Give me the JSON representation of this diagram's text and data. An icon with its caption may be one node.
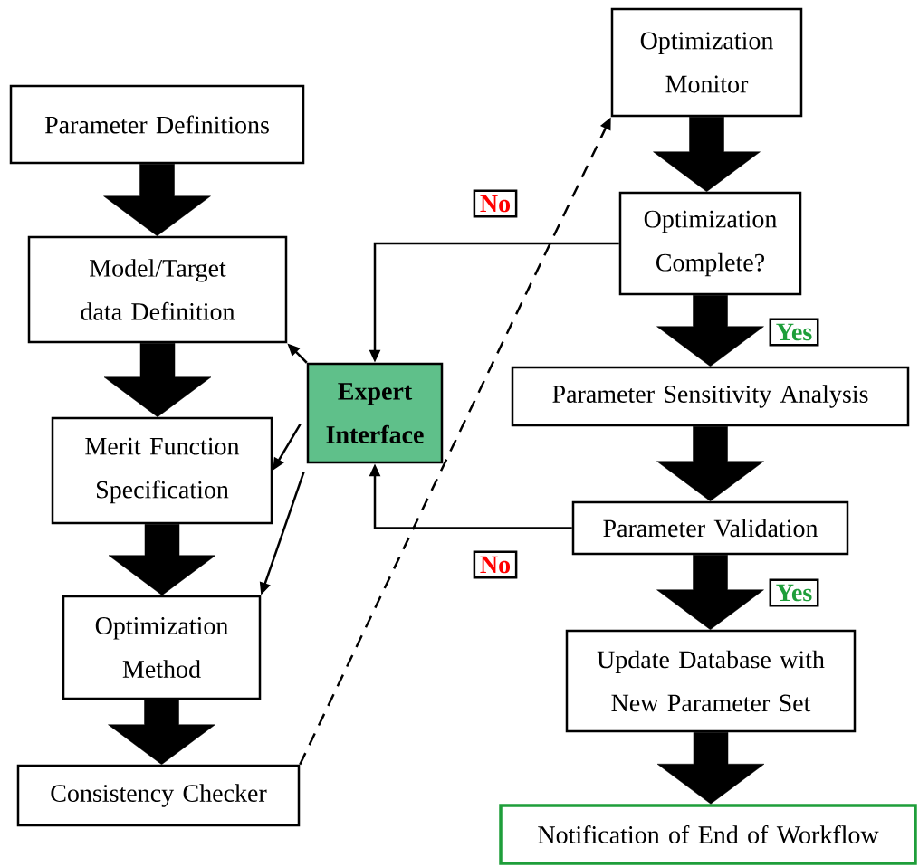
{
  "diagram": {
    "nodes": [
      {
        "text": [
          "Parameter Definitions"
        ]
      },
      {
        "text": [
          "Model/Target data Definition"
        ]
      },
      {
        "text": [
          "Merit Function Specification"
        ]
      },
      {
        "text": [
          "Optimization Method"
        ]
      },
      {
        "text": [
          "Consistency Checker"
        ]
      },
      {
        "text": [
          "Expert Interface"
        ]
      },
      {
        "text": [
          "Optimization Monitor"
        ]
      },
      {
        "text": [
          "Optimization Complete?"
        ]
      },
      {
        "text": [
          "Parameter Sensitivity Analysis"
        ]
      },
      {
        "text": [
          "Parameter Validation"
        ]
      },
      {
        "text": [
          "Update Database with New Parameter Set"
        ]
      },
      {
        "text": [
          "Notification of End of Workflow"
        ]
      }
    ],
    "edges": [
      {
        "from": 0,
        "to": 1,
        "arrow": "to",
        "style": "thick"
      },
      {
        "from": 1,
        "to": 2,
        "arrow": "to",
        "style": "thick"
      },
      {
        "from": 2,
        "to": 3,
        "arrow": "to",
        "style": "thick"
      },
      {
        "from": 3,
        "to": 4,
        "arrow": "to",
        "style": "thick"
      },
      {
        "from": 4,
        "to": 6,
        "arrow": "to",
        "style": "dashed"
      },
      {
        "from": 5,
        "to": 1,
        "arrow": "to"
      },
      {
        "from": 5,
        "to": 2,
        "arrow": "to"
      },
      {
        "from": 5,
        "to": 3,
        "arrow": "to"
      },
      {
        "from": 6,
        "to": 7,
        "arrow": "to",
        "style": "thick"
      },
      {
        "from": 7,
        "to": 5,
        "arrow": "to",
        "label": "No"
      },
      {
        "from": 7,
        "to": 8,
        "arrow": "to",
        "style": "thick",
        "label": "Yes"
      },
      {
        "from": 8,
        "to": 9,
        "arrow": "to",
        "style": "thick"
      },
      {
        "from": 9,
        "to": 5,
        "arrow": "to",
        "label": "No"
      },
      {
        "from": 9,
        "to": 10,
        "arrow": "to",
        "style": "thick",
        "label": "Yes"
      },
      {
        "from": 10,
        "to": 11,
        "arrow": "to",
        "style": "thick"
      }
    ]
  }
}
